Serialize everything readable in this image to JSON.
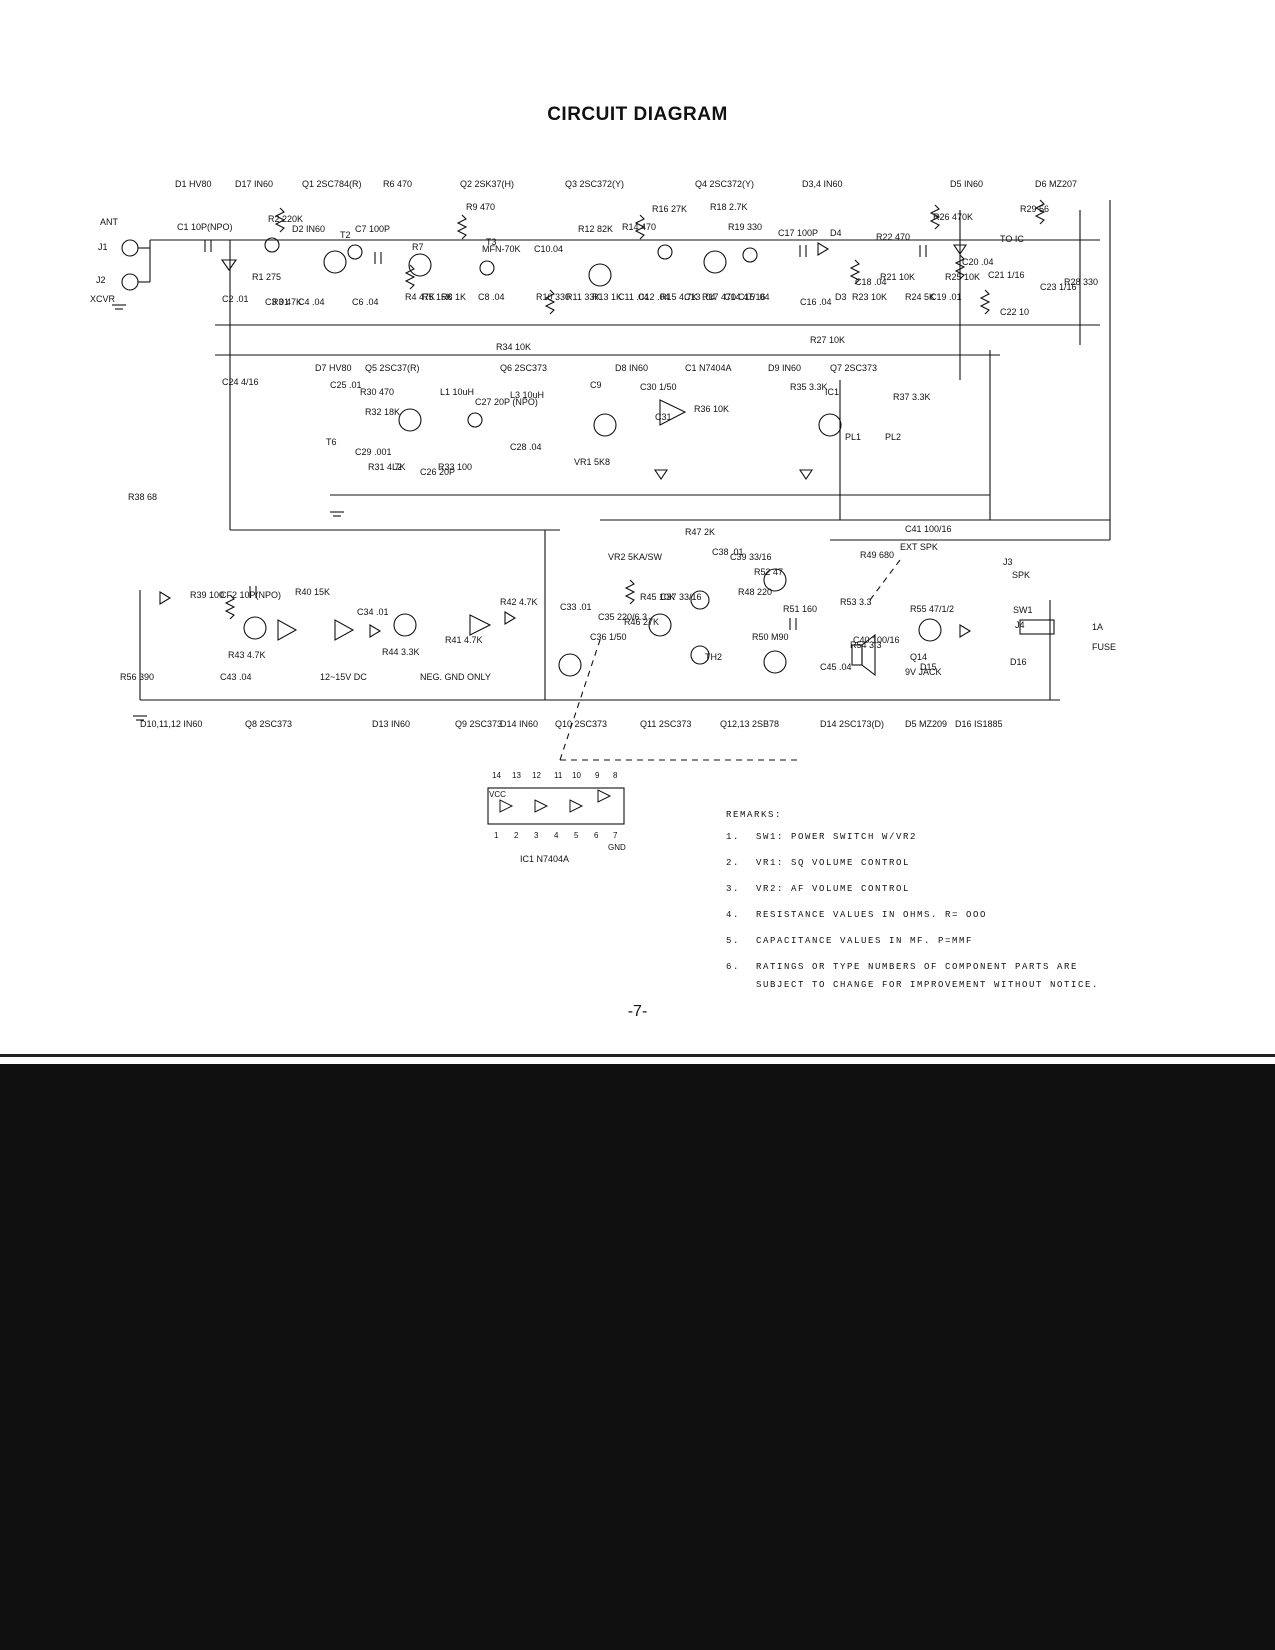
{
  "title": "CIRCUIT DIAGRAM",
  "page_number": "-7-",
  "top_row_labels": [
    "D1 HV80",
    "D17 IN60",
    "Q1 2SC784(R)",
    "R6 470",
    "Q2 2SK37(H)",
    "Q3 2SC372(Y)",
    "Q4 2SC372(Y)",
    "D3,4 IN60",
    "D5 IN60",
    "D6 MZ207"
  ],
  "mid_row_labels": [
    "D7 HV80",
    "Q5 2SC37(R)",
    "Q6 2SC373",
    "D8 IN60",
    "C1 N7404A",
    "D9 IN60",
    "Q7 2SC373"
  ],
  "bottom_row_labels": [
    "D10,11,12 IN60",
    "Q8 2SC373",
    "D13 IN60",
    "Q9 2SC373",
    "D14 IN60",
    "Q10 2SC373",
    "Q11 2SC373",
    "Q12,13 2SB78",
    "D14 2SC173(D)",
    "D5 MZ209",
    "D16 IS1885"
  ],
  "component_labels": [
    "ANT",
    "J1",
    "J2",
    "XCVR",
    "C1 10P(NPO)",
    "R2 220K",
    "D2 IN60",
    "C7 100P",
    "T2",
    "R7",
    "R9 470",
    "T3",
    "MFN-70K",
    "C10.04",
    "R12 82K",
    "R14 470",
    "R16 27K",
    "R18 2.7K",
    "R19 330",
    "C17 100P",
    "D4",
    "R22 470",
    "R26 470K",
    "TO IC",
    "R29 56",
    "R1 275",
    "C3 01",
    "C2 .01",
    "R3 47K",
    "C4 .04",
    "C6 .04",
    "R4 47K",
    "R5 15K",
    "R8 1K",
    "C8 .04",
    "R10 330",
    "R11 33K",
    "R13 1K",
    "C11 .04",
    "C12 .04",
    "R15 4.7K",
    "C13 .04",
    "R17 470",
    "C14 47/16",
    "C15 .04",
    "C16 .04",
    "D3",
    "C18 .04",
    "R21 10K",
    "R23 10K",
    "R27 10K",
    "R24 5K",
    "C19 .01",
    "R25 10K",
    "C20 .04",
    "C21 1/16",
    "C22 10",
    "C23 1/16",
    "R28 330",
    "C24 4/16",
    "C25 .01",
    "R30 470",
    "R32 18K",
    "L1 10uH",
    "C27 20P (NPO)",
    "T6",
    "C29 .001",
    "R31 4.7K",
    "L2",
    "C26 20P",
    "R33 100",
    "L3 10uH",
    "C28 .04",
    "R34 10K",
    "VR1 5K8",
    "C9",
    "C30 1/50",
    "C31",
    "R36 10K",
    "R35 3.3K",
    "IC1",
    "R37 3.3K",
    "PL1",
    "PL2",
    "R38 68",
    "R39 100",
    "CF2 10P(NPO)",
    "R40 15K",
    "C34 .01",
    "R41 4.7K",
    "R42 4.7K",
    "R43 4.7K",
    "R44 3.3K",
    "C33 .01",
    "C35 220/6.3",
    "VR2 5KA/SW",
    "C36 1/50",
    "R46 27K",
    "R45 10K",
    "C37 33/16",
    "R47 2K",
    "C38 .01",
    "C39 33/16",
    "R48 220",
    "TH2",
    "R50 M90",
    "R52 47",
    "R51 160",
    "R49 680",
    "R53 3.3",
    "R54 3.3",
    "C40 100/16",
    "C41 100/16",
    "EXT SPK",
    "J3",
    "SPK",
    "R55 47/1/2",
    "SW1",
    "J4",
    "9V JACK",
    "Q14",
    "D16",
    "1A",
    "FUSE",
    "C45 .04",
    "D15",
    "R56 390",
    "C43 .04",
    "12~15V DC",
    "NEG. GND ONLY"
  ],
  "ic_pinout": {
    "label": "IC1 N7404A",
    "vcc": "VCC",
    "gnd": "GND",
    "top_pins": [
      "14",
      "13",
      "12",
      "11",
      "10",
      "9",
      "8"
    ],
    "bottom_pins": [
      "1",
      "2",
      "3",
      "4",
      "5",
      "6",
      "7"
    ]
  },
  "remarks": {
    "heading": "REMARKS:",
    "items": [
      {
        "num": "1.",
        "text": "SW1: POWER SWITCH W/VR2"
      },
      {
        "num": "2.",
        "text": "VR1: SQ VOLUME CONTROL"
      },
      {
        "num": "3.",
        "text": "VR2: AF VOLUME CONTROL"
      },
      {
        "num": "4.",
        "text": "RESISTANCE VALUES IN OHMS. R= OOO"
      },
      {
        "num": "5.",
        "text": "CAPACITANCE VALUES IN MF. P=MMF"
      },
      {
        "num": "6.",
        "text": "RATINGS OR TYPE NUMBERS OF COMPONENT PARTS ARE SUBJECT TO CHANGE FOR IMPROVEMENT WITHOUT NOTICE."
      }
    ]
  }
}
